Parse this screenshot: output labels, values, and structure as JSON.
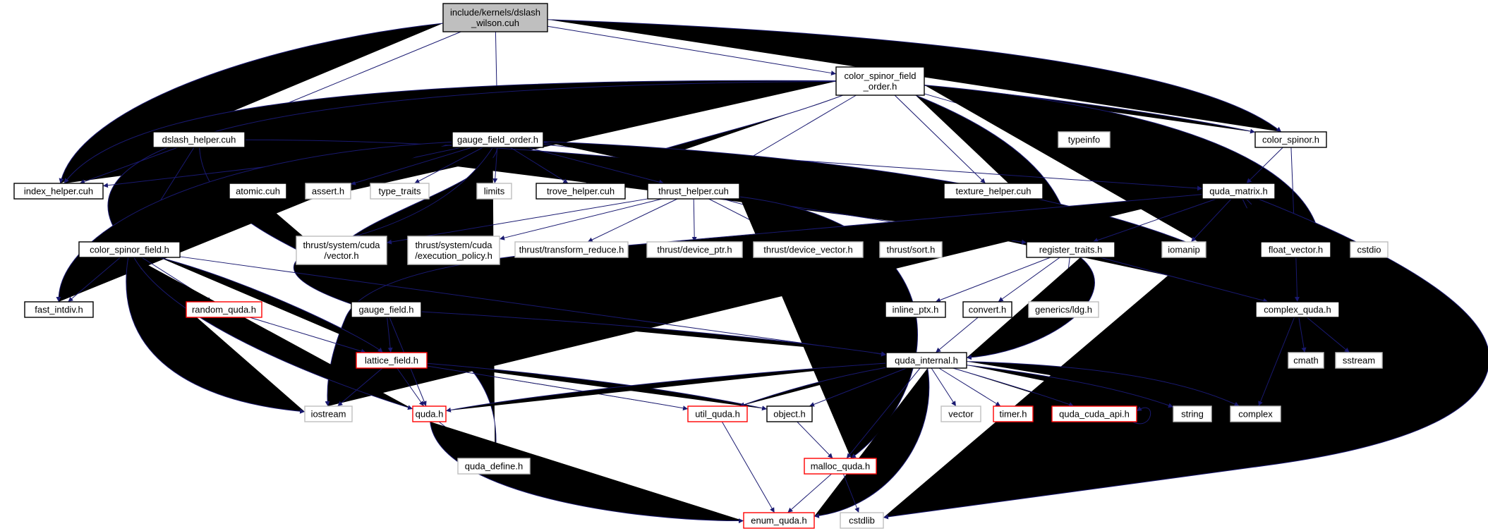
{
  "colors": {
    "edge": "#191970",
    "border_default": "#000000",
    "border_missing": "#bfbfbf",
    "border_truncated": "#ff0000",
    "root_fill": "#bfbfbf",
    "fill": "#ffffff"
  },
  "nodes": [
    {
      "id": "dslash_wilson",
      "lines": [
        "include/kernels/dslash",
        "_wilson.cuh"
      ],
      "kind": "root"
    },
    {
      "id": "color_spinor_field_order",
      "lines": [
        "color_spinor_field",
        "_order.h"
      ],
      "kind": "default"
    },
    {
      "id": "dslash_helper",
      "lines": [
        "dslash_helper.cuh"
      ],
      "kind": "default"
    },
    {
      "id": "gauge_field_order",
      "lines": [
        "gauge_field_order.h"
      ],
      "kind": "default"
    },
    {
      "id": "typeinfo",
      "lines": [
        "typeinfo"
      ],
      "kind": "missing"
    },
    {
      "id": "color_spinor",
      "lines": [
        "color_spinor.h"
      ],
      "kind": "default"
    },
    {
      "id": "index_helper",
      "lines": [
        "index_helper.cuh"
      ],
      "kind": "default"
    },
    {
      "id": "atomic",
      "lines": [
        "atomic.cuh"
      ],
      "kind": "default"
    },
    {
      "id": "assert",
      "lines": [
        "assert.h"
      ],
      "kind": "missing"
    },
    {
      "id": "type_traits",
      "lines": [
        "type_traits"
      ],
      "kind": "missing"
    },
    {
      "id": "limits",
      "lines": [
        "limits"
      ],
      "kind": "missing"
    },
    {
      "id": "trove_helper",
      "lines": [
        "trove_helper.cuh"
      ],
      "kind": "default"
    },
    {
      "id": "thrust_helper",
      "lines": [
        "thrust_helper.cuh"
      ],
      "kind": "default"
    },
    {
      "id": "texture_helper",
      "lines": [
        "texture_helper.cuh"
      ],
      "kind": "default"
    },
    {
      "id": "quda_matrix",
      "lines": [
        "quda_matrix.h"
      ],
      "kind": "default"
    },
    {
      "id": "color_spinor_field",
      "lines": [
        "color_spinor_field.h"
      ],
      "kind": "default"
    },
    {
      "id": "thrust_vector",
      "lines": [
        "thrust/system/cuda",
        "/vector.h"
      ],
      "kind": "missing"
    },
    {
      "id": "thrust_exec",
      "lines": [
        "thrust/system/cuda",
        "/execution_policy.h"
      ],
      "kind": "missing"
    },
    {
      "id": "thrust_transform_reduce",
      "lines": [
        "thrust/transform_reduce.h"
      ],
      "kind": "missing"
    },
    {
      "id": "thrust_device_ptr",
      "lines": [
        "thrust/device_ptr.h"
      ],
      "kind": "missing"
    },
    {
      "id": "thrust_device_vector",
      "lines": [
        "thrust/device_vector.h"
      ],
      "kind": "missing"
    },
    {
      "id": "thrust_sort",
      "lines": [
        "thrust/sort.h"
      ],
      "kind": "missing"
    },
    {
      "id": "register_traits",
      "lines": [
        "register_traits.h"
      ],
      "kind": "default"
    },
    {
      "id": "iomanip",
      "lines": [
        "iomanip"
      ],
      "kind": "missing"
    },
    {
      "id": "float_vector",
      "lines": [
        "float_vector.h"
      ],
      "kind": "default"
    },
    {
      "id": "cstdio",
      "lines": [
        "cstdio"
      ],
      "kind": "missing"
    },
    {
      "id": "fast_intdiv",
      "lines": [
        "fast_intdiv.h"
      ],
      "kind": "default"
    },
    {
      "id": "random_quda",
      "lines": [
        "random_quda.h"
      ],
      "kind": "truncated"
    },
    {
      "id": "gauge_field",
      "lines": [
        "gauge_field.h"
      ],
      "kind": "default"
    },
    {
      "id": "inline_ptx",
      "lines": [
        "inline_ptx.h"
      ],
      "kind": "default"
    },
    {
      "id": "convert",
      "lines": [
        "convert.h"
      ],
      "kind": "default"
    },
    {
      "id": "generics_ldg",
      "lines": [
        "generics/ldg.h"
      ],
      "kind": "missing"
    },
    {
      "id": "complex_quda",
      "lines": [
        "complex_quda.h"
      ],
      "kind": "default"
    },
    {
      "id": "lattice_field",
      "lines": [
        "lattice_field.h"
      ],
      "kind": "truncated"
    },
    {
      "id": "quda_internal",
      "lines": [
        "quda_internal.h"
      ],
      "kind": "default"
    },
    {
      "id": "cmath",
      "lines": [
        "cmath"
      ],
      "kind": "missing"
    },
    {
      "id": "sstream",
      "lines": [
        "sstream"
      ],
      "kind": "missing"
    },
    {
      "id": "iostream",
      "lines": [
        "iostream"
      ],
      "kind": "missing"
    },
    {
      "id": "quda",
      "lines": [
        "quda.h"
      ],
      "kind": "truncated"
    },
    {
      "id": "util_quda",
      "lines": [
        "util_quda.h"
      ],
      "kind": "truncated"
    },
    {
      "id": "object",
      "lines": [
        "object.h"
      ],
      "kind": "default"
    },
    {
      "id": "vector",
      "lines": [
        "vector"
      ],
      "kind": "missing"
    },
    {
      "id": "timer",
      "lines": [
        "timer.h"
      ],
      "kind": "truncated"
    },
    {
      "id": "quda_cuda_api",
      "lines": [
        "quda_cuda_api.h"
      ],
      "kind": "truncated"
    },
    {
      "id": "string",
      "lines": [
        "string"
      ],
      "kind": "missing"
    },
    {
      "id": "complex",
      "lines": [
        "complex"
      ],
      "kind": "missing"
    },
    {
      "id": "quda_define",
      "lines": [
        "quda_define.h"
      ],
      "kind": "missing"
    },
    {
      "id": "malloc_quda",
      "lines": [
        "malloc_quda.h"
      ],
      "kind": "truncated"
    },
    {
      "id": "enum_quda",
      "lines": [
        "enum_quda.h"
      ],
      "kind": "truncated"
    },
    {
      "id": "cstdlib",
      "lines": [
        "cstdlib"
      ],
      "kind": "missing"
    }
  ],
  "edges": [
    [
      "dslash_wilson",
      "color_spinor_field_order"
    ],
    [
      "dslash_wilson",
      "dslash_helper"
    ],
    [
      "dslash_wilson",
      "gauge_field_order"
    ],
    [
      "dslash_wilson",
      "index_helper"
    ],
    [
      "dslash_wilson",
      "color_spinor"
    ],
    [
      "color_spinor_field_order",
      "typeinfo"
    ],
    [
      "color_spinor_field_order",
      "color_spinor"
    ],
    [
      "color_spinor_field_order",
      "index_helper"
    ],
    [
      "color_spinor_field_order",
      "color_spinor_field"
    ],
    [
      "color_spinor_field_order",
      "trove_helper"
    ],
    [
      "color_spinor_field_order",
      "thrust_helper"
    ],
    [
      "color_spinor_field_order",
      "texture_helper"
    ],
    [
      "color_spinor_field_order",
      "register_traits"
    ],
    [
      "color_spinor_field_order",
      "complex_quda"
    ],
    [
      "dslash_helper",
      "index_helper"
    ],
    [
      "dslash_helper",
      "color_spinor_field"
    ],
    [
      "dslash_helper",
      "gauge_field"
    ],
    [
      "dslash_helper",
      "register_traits"
    ],
    [
      "gauge_field_order",
      "index_helper"
    ],
    [
      "gauge_field_order",
      "atomic"
    ],
    [
      "gauge_field_order",
      "assert"
    ],
    [
      "gauge_field_order",
      "type_traits"
    ],
    [
      "gauge_field_order",
      "limits"
    ],
    [
      "gauge_field_order",
      "trove_helper"
    ],
    [
      "gauge_field_order",
      "thrust_helper"
    ],
    [
      "gauge_field_order",
      "texture_helper"
    ],
    [
      "gauge_field_order",
      "quda_matrix"
    ],
    [
      "gauge_field_order",
      "register_traits"
    ],
    [
      "gauge_field_order",
      "complex_quda"
    ],
    [
      "gauge_field_order",
      "fast_intdiv"
    ],
    [
      "gauge_field_order",
      "gauge_field"
    ],
    [
      "gauge_field_order",
      "quda_define"
    ],
    [
      "color_spinor",
      "quda_matrix"
    ],
    [
      "color_spinor",
      "complex_quda"
    ],
    [
      "thrust_helper",
      "thrust_vector"
    ],
    [
      "thrust_helper",
      "thrust_exec"
    ],
    [
      "thrust_helper",
      "thrust_transform_reduce"
    ],
    [
      "thrust_helper",
      "thrust_device_ptr"
    ],
    [
      "thrust_helper",
      "thrust_device_vector"
    ],
    [
      "thrust_helper",
      "thrust_sort"
    ],
    [
      "thrust_helper",
      "register_traits"
    ],
    [
      "thrust_helper",
      "malloc_quda"
    ],
    [
      "quda_matrix",
      "register_traits"
    ],
    [
      "quda_matrix",
      "iomanip"
    ],
    [
      "quda_matrix",
      "float_vector"
    ],
    [
      "quda_matrix",
      "cstdio"
    ],
    [
      "quda_matrix",
      "complex_quda"
    ],
    [
      "quda_matrix",
      "iostream"
    ],
    [
      "quda_matrix",
      "cstdlib"
    ],
    [
      "color_spinor_field",
      "fast_intdiv"
    ],
    [
      "color_spinor_field",
      "random_quda"
    ],
    [
      "color_spinor_field",
      "lattice_field"
    ],
    [
      "color_spinor_field",
      "quda_internal"
    ],
    [
      "color_spinor_field",
      "iostream"
    ],
    [
      "color_spinor_field",
      "quda"
    ],
    [
      "register_traits",
      "inline_ptx"
    ],
    [
      "register_traits",
      "convert"
    ],
    [
      "register_traits",
      "generics_ldg"
    ],
    [
      "register_traits",
      "complex_quda"
    ],
    [
      "register_traits",
      "quda_internal"
    ],
    [
      "float_vector",
      "complex_quda"
    ],
    [
      "random_quda",
      "lattice_field"
    ],
    [
      "gauge_field",
      "lattice_field"
    ],
    [
      "gauge_field",
      "quda"
    ],
    [
      "gauge_field",
      "quda_internal"
    ],
    [
      "convert",
      "quda_internal"
    ],
    [
      "complex_quda",
      "cmath"
    ],
    [
      "complex_quda",
      "sstream"
    ],
    [
      "complex_quda",
      "complex"
    ],
    [
      "lattice_field",
      "iostream"
    ],
    [
      "lattice_field",
      "quda"
    ],
    [
      "lattice_field",
      "util_quda"
    ],
    [
      "lattice_field",
      "object"
    ],
    [
      "quda_internal",
      "quda"
    ],
    [
      "quda_internal",
      "util_quda"
    ],
    [
      "quda_internal",
      "object"
    ],
    [
      "quda_internal",
      "vector"
    ],
    [
      "quda_internal",
      "timer"
    ],
    [
      "quda_internal",
      "quda_cuda_api"
    ],
    [
      "quda_internal",
      "string"
    ],
    [
      "quda_internal",
      "complex"
    ],
    [
      "quda_internal",
      "malloc_quda"
    ],
    [
      "quda_internal",
      "enum_quda"
    ],
    [
      "quda_cuda_api",
      "quda_cuda_api"
    ],
    [
      "quda",
      "quda_define"
    ],
    [
      "quda",
      "enum_quda"
    ],
    [
      "util_quda",
      "enum_quda"
    ],
    [
      "object",
      "malloc_quda"
    ],
    [
      "malloc_quda",
      "enum_quda"
    ],
    [
      "malloc_quda",
      "cstdlib"
    ]
  ]
}
